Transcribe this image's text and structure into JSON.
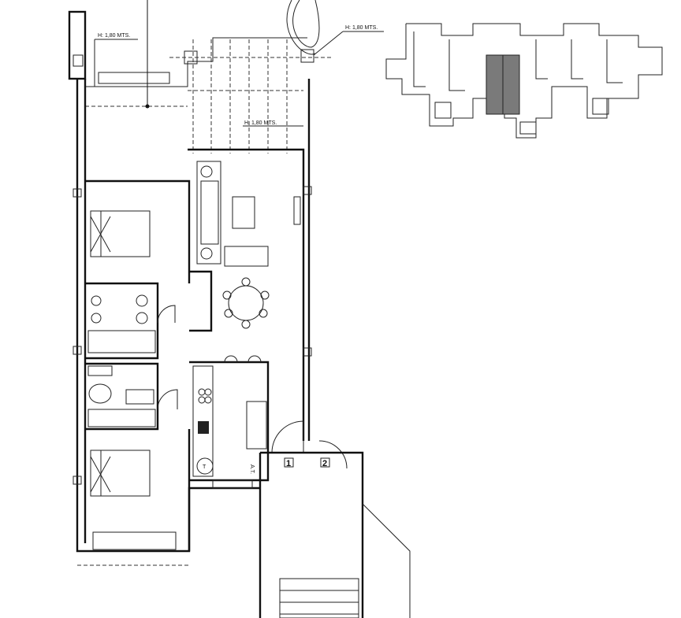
{
  "plan": {
    "height_notes": [
      "H: 1,80 MTS.",
      "H: 1,80 MTS.",
      "H: 1,80 MTS."
    ],
    "door_markers": [
      "1",
      "2"
    ],
    "kitchen_tag": "A.T.",
    "water_heater_tag": "T",
    "highlight_color": "#7a7a7a"
  }
}
